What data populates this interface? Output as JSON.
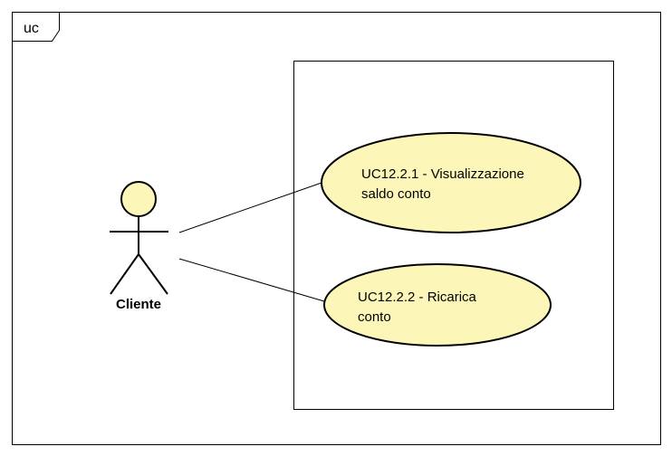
{
  "frame": {
    "label": "uc"
  },
  "actor": {
    "name": "Cliente",
    "fill_color": "#fcf7b8"
  },
  "use_cases": [
    {
      "line1": "UC12.2.1 - Visualizzazione",
      "line2": "saldo conto"
    },
    {
      "line1": "UC12.2.2 - Ricarica",
      "line2": "conto"
    }
  ],
  "colors": {
    "use_case_fill": "#fcf7b8",
    "stroke": "#000000",
    "background": "#ffffff"
  }
}
